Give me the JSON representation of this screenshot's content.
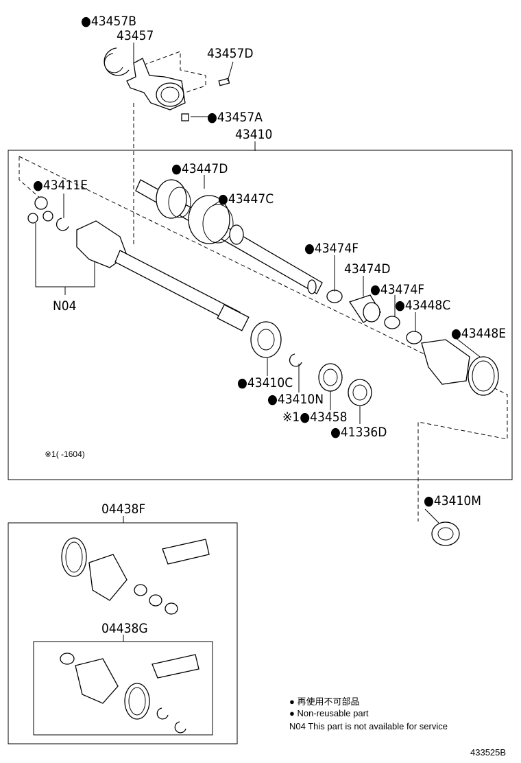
{
  "labels": {
    "p43457B": "●43457B",
    "p43457": "43457",
    "p43457D": "43457D",
    "p43457A": "●43457A",
    "p43410": "43410",
    "p43447D": "●43447D",
    "p43447C": "●43447C",
    "p43411E": "●43411E",
    "n04": "N04",
    "p43474F_a": "●43474F",
    "p43474D": "43474D",
    "p43474F_b": "●43474F",
    "p43448C": "●43448C",
    "p43448E": "●43448E",
    "p43410C": "●43410C",
    "p43410N": "●43410N",
    "p43458": "※1●43458",
    "p41336D": "●41336D",
    "p43410M": "●43410M",
    "p04438F": "04438F",
    "p04438G": "04438G"
  },
  "footnote": "※1(    -1604)",
  "legend": {
    "jp": "● 再使用不可部品",
    "en": "● Non-reusable part",
    "n04": "N04  This part is not available for service"
  },
  "diagram_id": "433525B"
}
